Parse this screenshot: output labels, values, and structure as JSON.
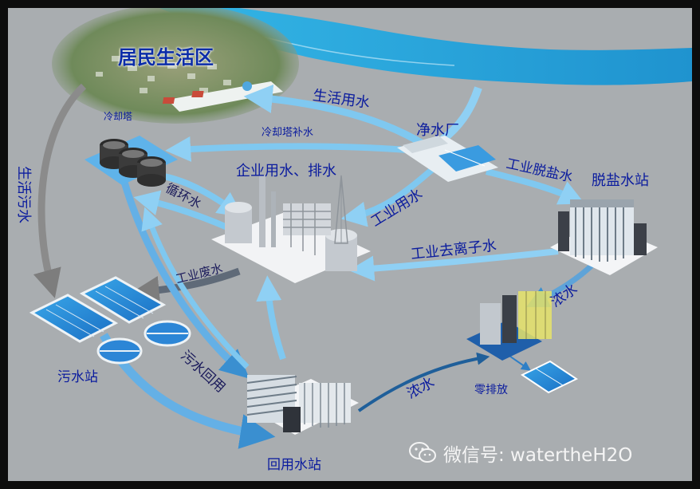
{
  "title": "居民生活区",
  "stations": {
    "cooling_tower": "冷却塔",
    "water_plant": "净水厂",
    "desalination": "脱盐水站",
    "zero_discharge": "零排放",
    "sewage": "污水站",
    "reuse": "回用水站"
  },
  "flows": {
    "domestic_water": "生活用水",
    "tower_makeup": "冷却塔补水",
    "enterprise": "企业用水、排水",
    "circulating": "循环水",
    "industrial_use": "工业用水",
    "industrial_desalted": "工业脱盐水",
    "deionized": "工业去离子水",
    "industrial_waste": "工业废水",
    "domestic_sewage": "生活污水",
    "sewage_reuse": "污水回用",
    "concentrate_1": "浓水",
    "concentrate_2": "浓水"
  },
  "watermark": {
    "icon": "wechat-icon",
    "text": "微信号: watertheH2O"
  },
  "colors": {
    "river": "#2aa3d8",
    "arrow_light": "#7fc8f0",
    "arrow_blue": "#3a8fd0",
    "arrow_gray": "#8b8b8b",
    "label_blue": "#0b1c9e"
  }
}
